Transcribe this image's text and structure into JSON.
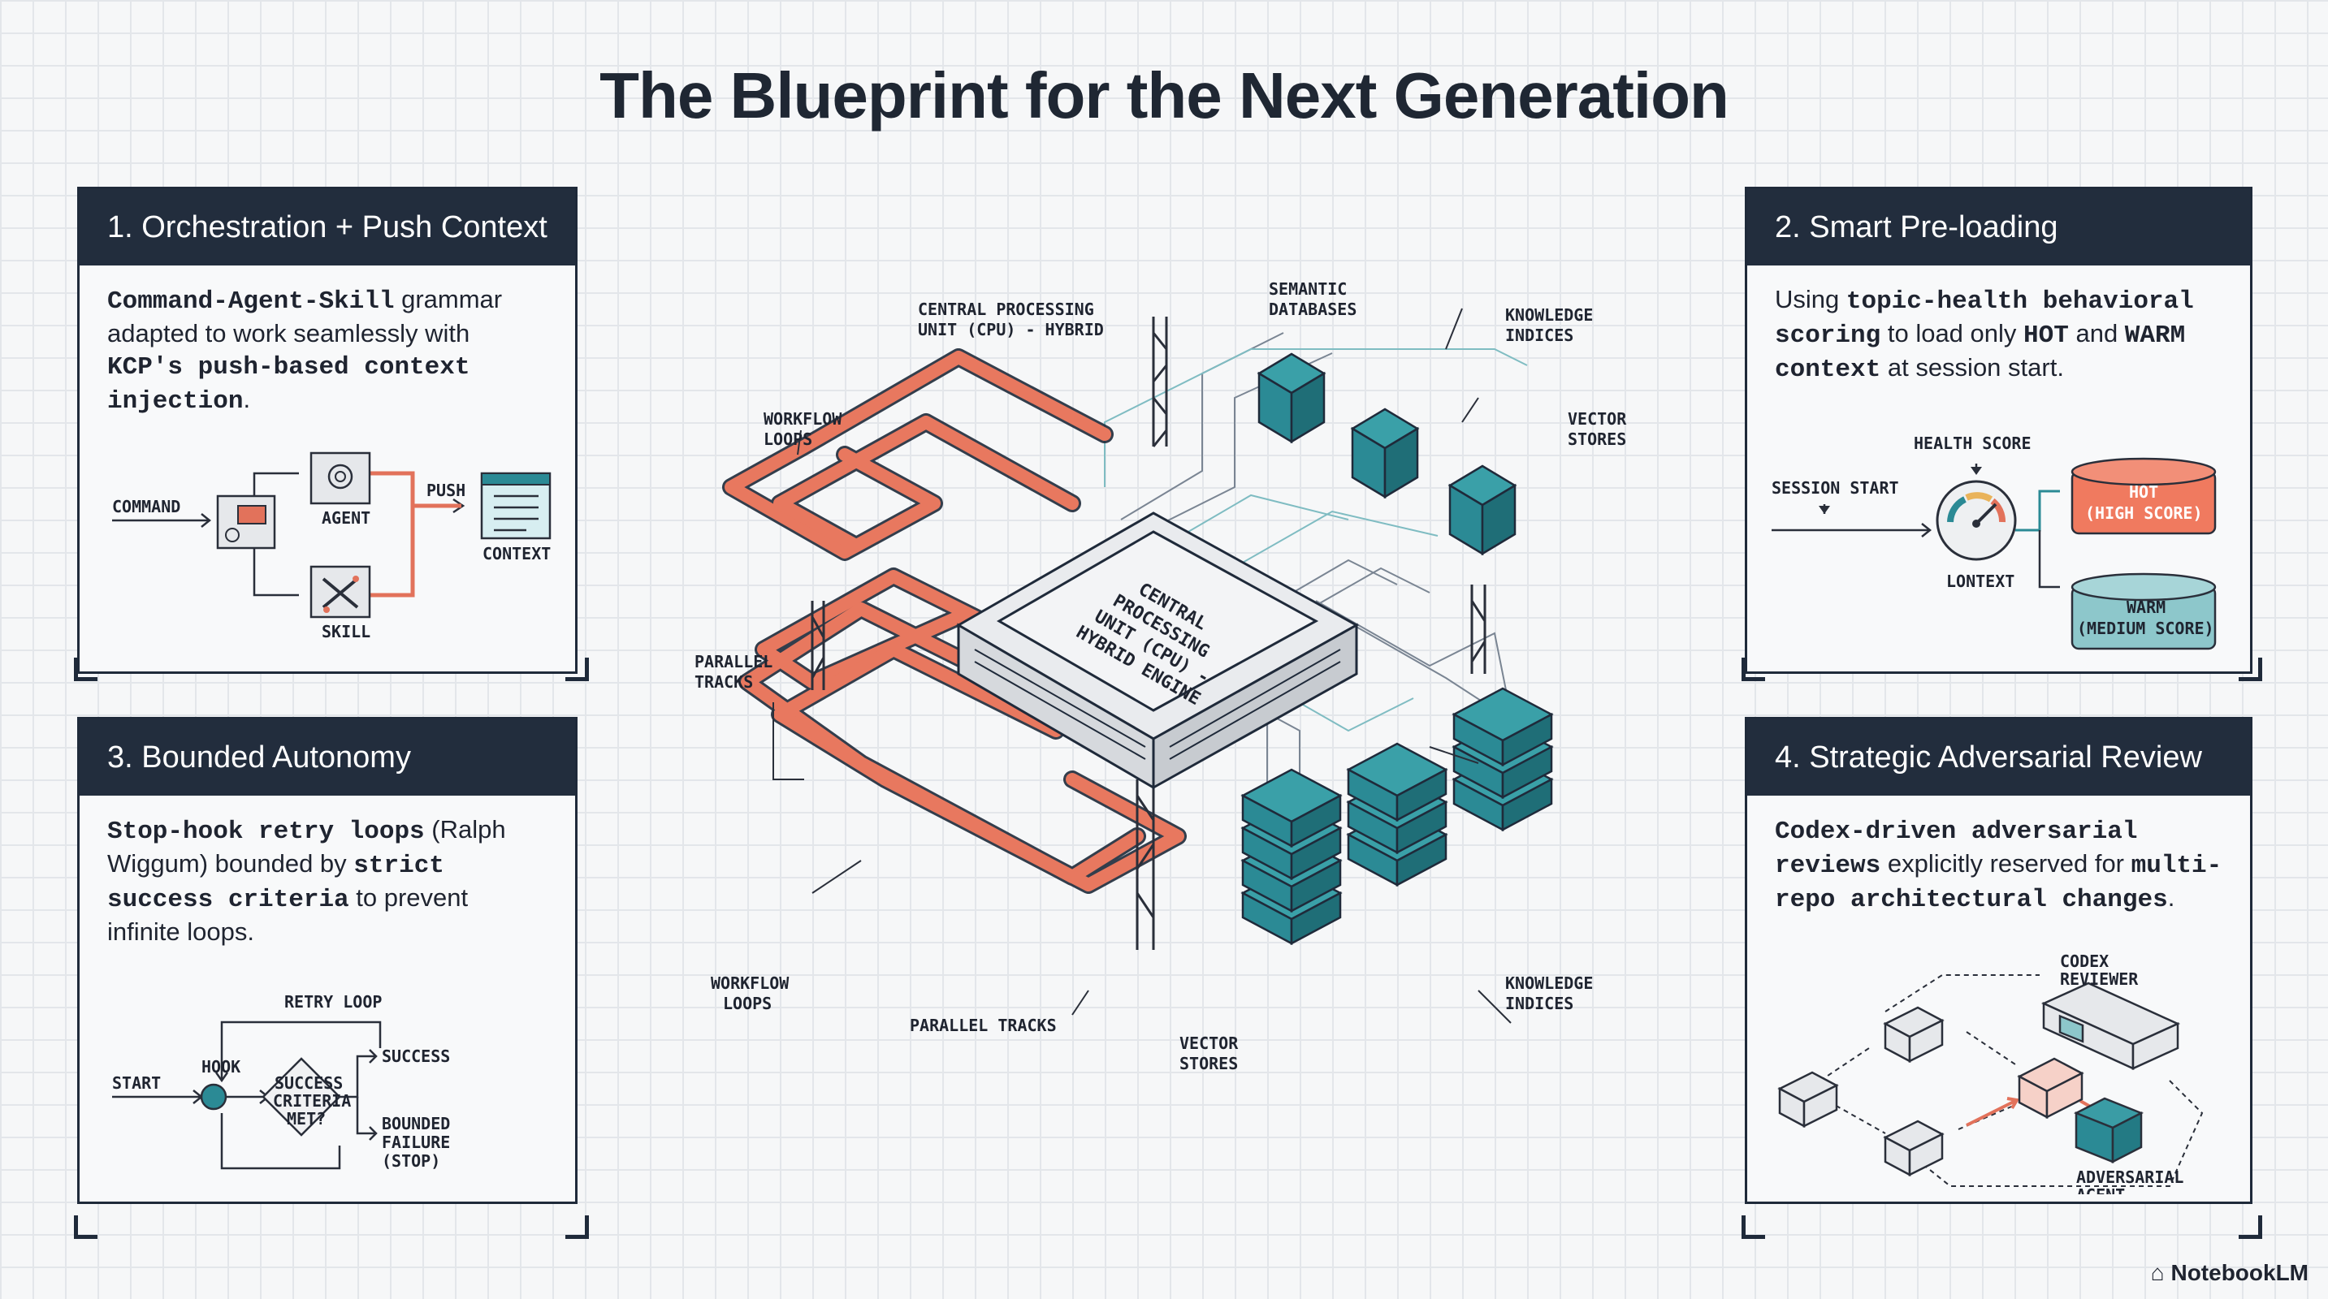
{
  "title": "The Blueprint for the Next Generation",
  "brand": "NotebookLM",
  "colors": {
    "navy": "#222d3d",
    "coral": "#e2725b",
    "teal": "#2b8a95",
    "grid": "#e3e6ea"
  },
  "panels": {
    "p1": {
      "header": "1. Orchestration + Push Context",
      "text": [
        {
          "t": "Command-Agent-Skill",
          "b": true
        },
        {
          "t": " grammar adapted to work seamlessly with ",
          "b": false
        },
        {
          "t": "KCP's push-based context injection",
          "b": true
        },
        {
          "t": ".",
          "b": false
        }
      ],
      "labels": {
        "command": "COMMAND",
        "agent": "AGENT",
        "skill": "SKILL",
        "push": "PUSH",
        "context": "CONTEXT"
      }
    },
    "p2": {
      "header": "2. Smart Pre-loading",
      "text": [
        {
          "t": "Using ",
          "b": false
        },
        {
          "t": "topic-health behavioral scoring",
          "b": true
        },
        {
          "t": " to load only ",
          "b": false
        },
        {
          "t": "HOT",
          "b": true
        },
        {
          "t": " and ",
          "b": false
        },
        {
          "t": "WARM context",
          "b": true
        },
        {
          "t": " at session start.",
          "b": false
        }
      ],
      "labels": {
        "health_score": "HEALTH SCORE",
        "session_start": "SESSION START",
        "context": "LONTEXT",
        "hot_1": "HOT",
        "hot_2": "(HIGH SCORE)",
        "warm_1": "WARM",
        "warm_2": "(MEDIUM SCORE)"
      }
    },
    "p3": {
      "header": "3. Bounded Autonomy",
      "text": [
        {
          "t": "Stop-hook retry loops",
          "b": true
        },
        {
          "t": " (Ralph Wiggum) bounded by ",
          "b": false
        },
        {
          "t": "strict success criteria",
          "b": true
        },
        {
          "t": " to prevent infinite loops.",
          "b": false
        }
      ],
      "labels": {
        "retry": "RETRY LOOP",
        "hook": "HOOK",
        "start": "START",
        "crit_1": "SUCCESS",
        "crit_2": "CRITERIA",
        "crit_3": "MET?",
        "success": "SUCCESS",
        "fail_1": "BOUNDED",
        "fail_2": "FAILURE",
        "fail_3": "(STOP)"
      }
    },
    "p4": {
      "header": "4. Strategic Adversarial Review",
      "text": [
        {
          "t": "Codex-driven adversarial reviews",
          "b": true
        },
        {
          "t": " explicitly reserved for ",
          "b": false
        },
        {
          "t": "multi-repo architectural changes",
          "b": true
        },
        {
          "t": ".",
          "b": false
        }
      ],
      "labels": {
        "codex_1": "CODEX",
        "codex_2": "REVIEWER",
        "adv_1": "ADVERSARIAL",
        "adv_2": "AGENT"
      }
    }
  },
  "center": {
    "chip_lines": [
      "CENTRAL",
      "PROCESSING",
      "UNIT (CPU) -",
      "HYBRID ENGINE"
    ],
    "labels": {
      "cpu_1": "CENTRAL PROCESSING",
      "cpu_2": "UNIT (CPU) - HYBRID",
      "sem_1": "SEMANTIC",
      "sem_2": "DATABASES",
      "ki_top_1": "KNOWLEDGE",
      "ki_top_2": "INDICES",
      "vs_top_1": "VECTOR",
      "vs_top_2": "STORES",
      "wf_top_1": "WORKFLOW",
      "wf_top_2": "LOOPS",
      "pt_left_1": "PARALLEL",
      "pt_left_2": "TRACKS",
      "wf_bot_1": "WORKFLOW",
      "wf_bot_2": "LOOPS",
      "pt_bot": "PARALLEL TRACKS",
      "vs_bot_1": "VECTOR",
      "vs_bot_2": "STORES",
      "ki_bot_1": "KNOWLEDGE",
      "ki_bot_2": "INDICES"
    }
  }
}
